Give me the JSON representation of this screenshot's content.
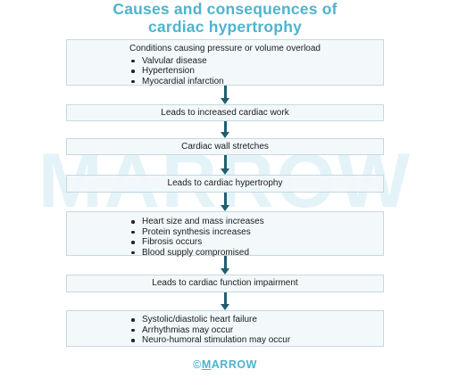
{
  "title": {
    "line1": "Causes and consequences of",
    "line2": "cardiac hypertrophy"
  },
  "watermark": "MARROW",
  "boxes": {
    "b1": {
      "heading": "Conditions causing pressure or volume overload",
      "items": [
        "Valvular disease",
        "Hypertension",
        "Myocardial infarction"
      ]
    },
    "b2": {
      "text": "Leads to increased cardiac work"
    },
    "b3": {
      "text": "Cardiac wall stretches"
    },
    "b4": {
      "text": "Leads to cardiac hypertrophy"
    },
    "b5": {
      "items": [
        "Heart size and mass increases",
        "Protein synthesis increases",
        "Fibrosis occurs",
        "Blood supply compromised"
      ]
    },
    "b6": {
      "text": "Leads to cardiac function impairment"
    },
    "b7": {
      "items": [
        "Systolic/diastolic heart failure",
        "Arrhythmias may occur",
        "Neuro-humoral stimulation may occur"
      ]
    }
  },
  "logo": {
    "symbol": "©",
    "initial": "M",
    "rest": "ARROW"
  },
  "colors": {
    "accent": "#4fb3ce",
    "arrow": "#1f5f6d",
    "box_fill": "#f1f8fb",
    "box_border": "#c5d9e1"
  }
}
